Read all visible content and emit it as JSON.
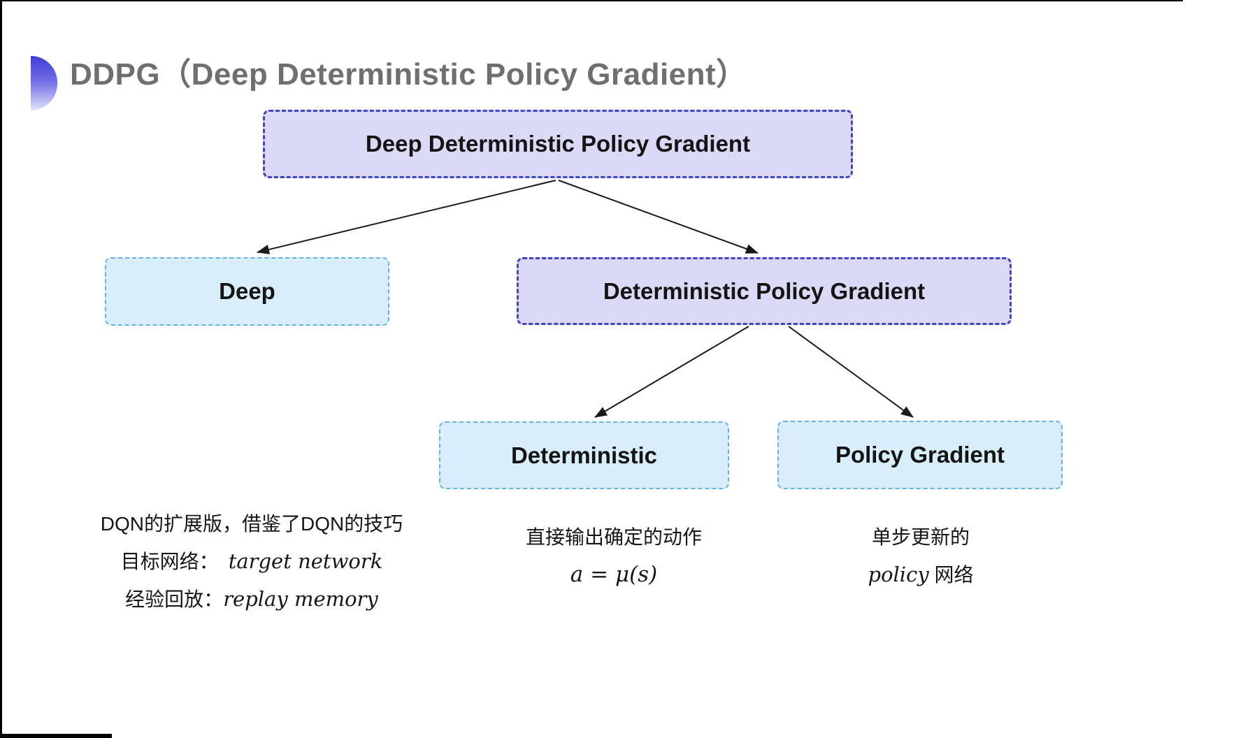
{
  "page": {
    "title": "DDPG（Deep Deterministic Policy Gradient）"
  },
  "diagram": {
    "root": {
      "label": "Deep Deterministic Policy Gradient"
    },
    "deep": {
      "label": "Deep"
    },
    "dpg": {
      "label": "Deterministic Policy Gradient"
    },
    "deterministic": {
      "label": "Deterministic"
    },
    "policy_gradient": {
      "label": "Policy Gradient"
    }
  },
  "notes": {
    "deep": {
      "line1": "DQN的扩展版，借鉴了DQN的技巧",
      "target_label": "目标网络：",
      "target_value": "target network",
      "replay_label": "经验回放：",
      "replay_value": "replay memory"
    },
    "deterministic": {
      "line1": "直接输出确定的动作",
      "formula": "a = μ(s)"
    },
    "policy_gradient": {
      "line1": "单步更新的",
      "word_italic": "policy",
      "word_rest": " 网络"
    }
  },
  "colors": {
    "purple_fill": "#dcd9f6",
    "purple_border": "#3f46c5",
    "cyan_fill": "#d9eefb",
    "cyan_border": "#67b2e1",
    "title_gray": "#6f6f6f",
    "arrow": "#1a1a1a",
    "bullet_gradient_top": "#3e3ed6",
    "bullet_gradient_bottom": "#dfe2fa"
  }
}
